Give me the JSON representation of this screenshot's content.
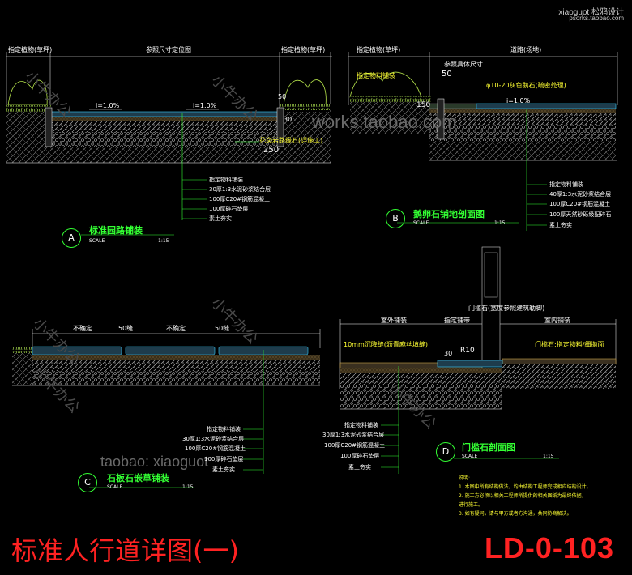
{
  "header": {
    "watermark_top": "xiaoguot 松鸦设计",
    "watermark_url": "psorks.taobao.com",
    "watermark_mid": "works.taobao.com",
    "watermark_bottom": "taobao: xiaoguot",
    "diag_watermark": "小牛办公"
  },
  "section_a": {
    "dim_left": "指定植物(草坪)",
    "dim_mid": "参照尺寸定位图",
    "dim_right": "指定植物(草坪)",
    "slope1": "i=1.0%",
    "slope2": "i=1.0%",
    "d50": "50",
    "d250": "250",
    "d30": "30",
    "curb_note": "花岗岩路缘石(详施工)",
    "layers": [
      "指定物料铺装",
      "30厚1:3水泥砂浆结合层",
      "100厚C20#钢筋混凝土",
      "100厚碎石垫层",
      "素土夯实"
    ],
    "title": "标准园路铺装",
    "marker": "A",
    "scale_label": "SCALE",
    "scale_value": "1:15"
  },
  "section_b": {
    "dim_left": "指定植物(草坪)",
    "dim_right": "道路(场地)",
    "dim_note": "参照具体尺寸",
    "d50": "50",
    "d150": "150",
    "note_mat": "指定物料铺装",
    "note_stone": "φ10-20灰色鹅石(疏密处理)",
    "slope": "i=1.0%",
    "layers": [
      "指定物料铺装",
      "40厚1:3水泥砂浆结合层",
      "100厚C20#钢筋混凝土",
      "100厚天然砂砾级配碎石",
      "素土夯实"
    ],
    "title": "鹅卵石铺地剖面图",
    "marker": "B",
    "scale_label": "SCALE",
    "scale_value": "1:15"
  },
  "section_c": {
    "seg1": "不确定",
    "gap1": "50缝",
    "seg2": "不确定",
    "gap2": "50缝",
    "layers": [
      "指定物料铺装",
      "30厚1:3水泥砂浆结合层",
      "100厚C20#钢筋混凝土",
      "100厚碎石垫层",
      "素土夯实"
    ],
    "title": "石板石嵌草铺装",
    "marker": "C",
    "scale_label": "SCALE",
    "scale_value": "1:15"
  },
  "section_d": {
    "sill_note": "门槛石(宽度参照建筑勒脚)",
    "dim_out": "室外铺装",
    "dim_paving": "指定铺带",
    "dim_in": "室内铺装",
    "drain_note": "10mm沉降缝(沥青麻丝填缝)",
    "r10": "R10",
    "d30": "30",
    "sill_mat": "门槛石:指定物料/细拋面",
    "layers": [
      "指定物料铺装",
      "30厚1:3水泥砂浆结合层",
      "100厚C20#钢筋混凝土",
      "100厚碎石垫层",
      "素土夯实"
    ],
    "title": "门槛石剖面图",
    "marker": "D",
    "scale_label": "SCALE",
    "scale_value": "1:15"
  },
  "notes": {
    "heading": "说明:",
    "items": [
      "1. 本图中所有结构做法，均由结构工程师完成相应结构设计。",
      "2. 施工方必须以相关工程师所提供的相关图纸为最终依据，",
      "进行施工。",
      "3. 如有疑问，请与甲方或者方沟通，共同协商解决。"
    ]
  },
  "footer": {
    "title": "标准人行道详图(一)",
    "drawing_no": "LD-0-103"
  }
}
